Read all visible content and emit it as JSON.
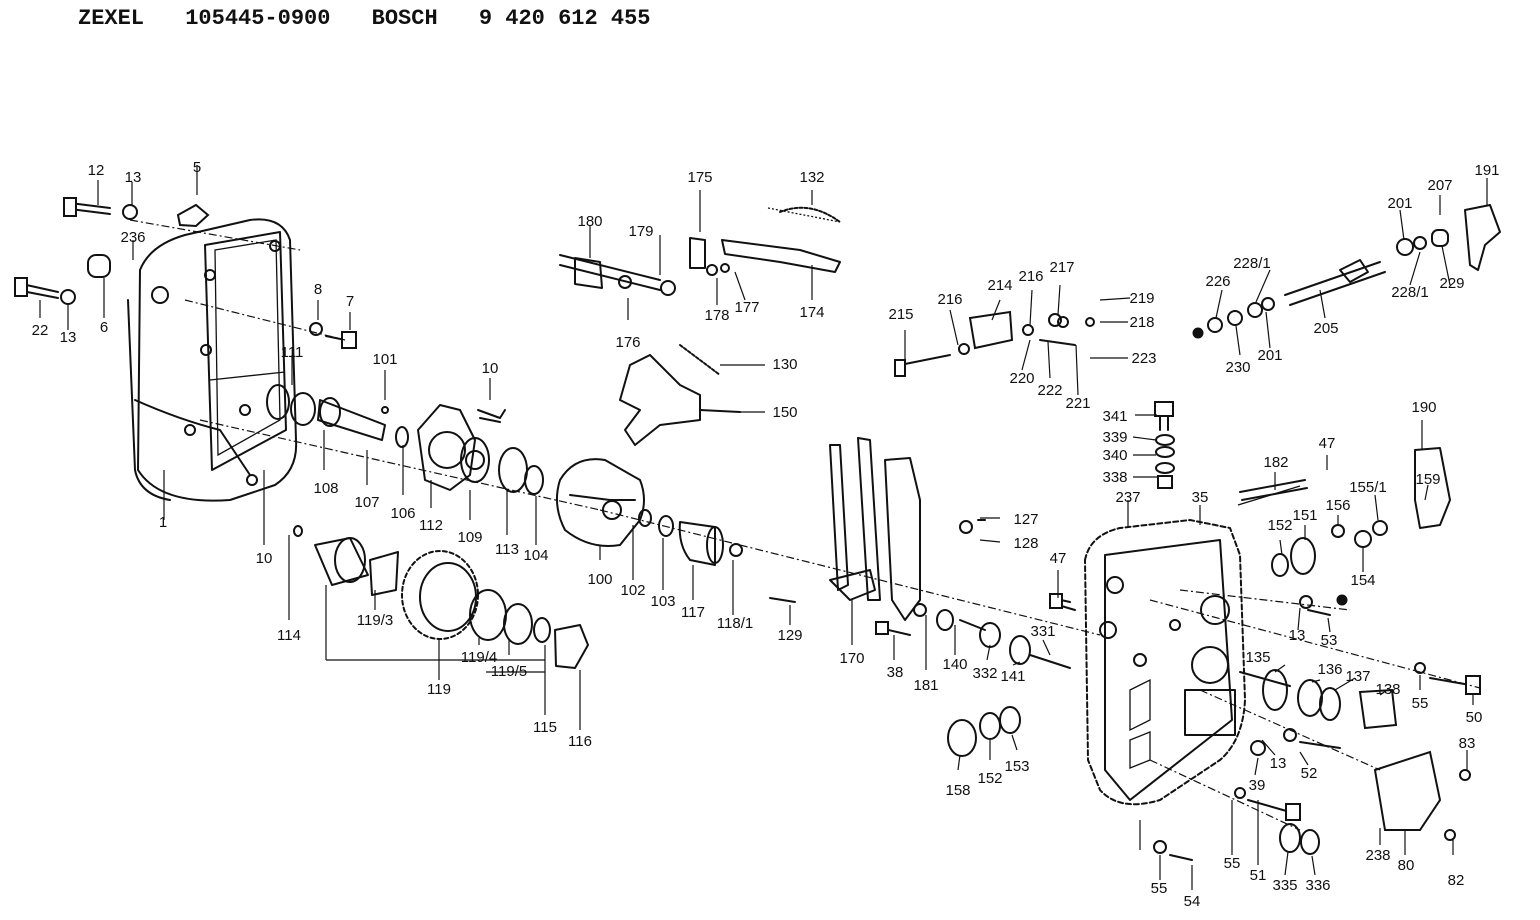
{
  "header": {
    "brand1": "ZEXEL",
    "part_no": "105445-0900",
    "brand2": "BOSCH",
    "bosch_no": "9 420 612 455"
  },
  "parts": [
    {
      "id": "p1",
      "label": "1"
    },
    {
      "id": "p5",
      "label": "5"
    },
    {
      "id": "p6",
      "label": "6"
    },
    {
      "id": "p7",
      "label": "7"
    },
    {
      "id": "p8",
      "label": "8"
    },
    {
      "id": "p10a",
      "label": "10"
    },
    {
      "id": "p10b",
      "label": "10"
    },
    {
      "id": "p12",
      "label": "12"
    },
    {
      "id": "p13a",
      "label": "13"
    },
    {
      "id": "p13b",
      "label": "13"
    },
    {
      "id": "p13c",
      "label": "13"
    },
    {
      "id": "p13d",
      "label": "13"
    },
    {
      "id": "p22",
      "label": "22"
    },
    {
      "id": "p35",
      "label": "35"
    },
    {
      "id": "p38",
      "label": "38"
    },
    {
      "id": "p39",
      "label": "39"
    },
    {
      "id": "p47a",
      "label": "47"
    },
    {
      "id": "p47b",
      "label": "47"
    },
    {
      "id": "p50",
      "label": "50"
    },
    {
      "id": "p51",
      "label": "51"
    },
    {
      "id": "p52",
      "label": "52"
    },
    {
      "id": "p53",
      "label": "53"
    },
    {
      "id": "p54",
      "label": "54"
    },
    {
      "id": "p55a",
      "label": "55"
    },
    {
      "id": "p55b",
      "label": "55"
    },
    {
      "id": "p55c",
      "label": "55"
    },
    {
      "id": "p80",
      "label": "80"
    },
    {
      "id": "p82",
      "label": "82"
    },
    {
      "id": "p83",
      "label": "83"
    },
    {
      "id": "p100",
      "label": "100"
    },
    {
      "id": "p101",
      "label": "101"
    },
    {
      "id": "p102",
      "label": "102"
    },
    {
      "id": "p103",
      "label": "103"
    },
    {
      "id": "p104",
      "label": "104"
    },
    {
      "id": "p106",
      "label": "106"
    },
    {
      "id": "p107",
      "label": "107"
    },
    {
      "id": "p108",
      "label": "108"
    },
    {
      "id": "p109",
      "label": "109"
    },
    {
      "id": "p111",
      "label": "111"
    },
    {
      "id": "p112",
      "label": "112"
    },
    {
      "id": "p113",
      "label": "113"
    },
    {
      "id": "p114",
      "label": "114"
    },
    {
      "id": "p115",
      "label": "115"
    },
    {
      "id": "p116",
      "label": "116"
    },
    {
      "id": "p117",
      "label": "117"
    },
    {
      "id": "p118_1",
      "label": "118/1"
    },
    {
      "id": "p119",
      "label": "119"
    },
    {
      "id": "p119_3",
      "label": "119/3"
    },
    {
      "id": "p119_4",
      "label": "119/4"
    },
    {
      "id": "p119_5",
      "label": "119/5"
    },
    {
      "id": "p127",
      "label": "127"
    },
    {
      "id": "p128",
      "label": "128"
    },
    {
      "id": "p129",
      "label": "129"
    },
    {
      "id": "p130",
      "label": "130"
    },
    {
      "id": "p132",
      "label": "132"
    },
    {
      "id": "p135",
      "label": "135"
    },
    {
      "id": "p136",
      "label": "136"
    },
    {
      "id": "p137",
      "label": "137"
    },
    {
      "id": "p138",
      "label": "138"
    },
    {
      "id": "p140",
      "label": "140"
    },
    {
      "id": "p141",
      "label": "141"
    },
    {
      "id": "p150",
      "label": "150"
    },
    {
      "id": "p151",
      "label": "151"
    },
    {
      "id": "p152a",
      "label": "152"
    },
    {
      "id": "p152b",
      "label": "152"
    },
    {
      "id": "p153",
      "label": "153"
    },
    {
      "id": "p154",
      "label": "154"
    },
    {
      "id": "p155_1",
      "label": "155/1"
    },
    {
      "id": "p156",
      "label": "156"
    },
    {
      "id": "p158",
      "label": "158"
    },
    {
      "id": "p159",
      "label": "159"
    },
    {
      "id": "p170",
      "label": "170"
    },
    {
      "id": "p174",
      "label": "174"
    },
    {
      "id": "p175",
      "label": "175"
    },
    {
      "id": "p176",
      "label": "176"
    },
    {
      "id": "p177",
      "label": "177"
    },
    {
      "id": "p178",
      "label": "178"
    },
    {
      "id": "p179",
      "label": "179"
    },
    {
      "id": "p180",
      "label": "180"
    },
    {
      "id": "p181",
      "label": "181"
    },
    {
      "id": "p182",
      "label": "182"
    },
    {
      "id": "p190",
      "label": "190"
    },
    {
      "id": "p191",
      "label": "191"
    },
    {
      "id": "p201a",
      "label": "201"
    },
    {
      "id": "p201b",
      "label": "201"
    },
    {
      "id": "p205",
      "label": "205"
    },
    {
      "id": "p207",
      "label": "207"
    },
    {
      "id": "p214",
      "label": "214"
    },
    {
      "id": "p215",
      "label": "215"
    },
    {
      "id": "p216a",
      "label": "216"
    },
    {
      "id": "p216b",
      "label": "216"
    },
    {
      "id": "p217",
      "label": "217"
    },
    {
      "id": "p218",
      "label": "218"
    },
    {
      "id": "p219",
      "label": "219"
    },
    {
      "id": "p220",
      "label": "220"
    },
    {
      "id": "p221",
      "label": "221"
    },
    {
      "id": "p222",
      "label": "222"
    },
    {
      "id": "p223",
      "label": "223"
    },
    {
      "id": "p226",
      "label": "226"
    },
    {
      "id": "p228_1a",
      "label": "228/1"
    },
    {
      "id": "p228_1b",
      "label": "228/1"
    },
    {
      "id": "p229",
      "label": "229"
    },
    {
      "id": "p230",
      "label": "230"
    },
    {
      "id": "p236",
      "label": "236"
    },
    {
      "id": "p237",
      "label": "237"
    },
    {
      "id": "p238",
      "label": "238"
    },
    {
      "id": "p331",
      "label": "331"
    },
    {
      "id": "p332",
      "label": "332"
    },
    {
      "id": "p335",
      "label": "335"
    },
    {
      "id": "p336",
      "label": "336"
    },
    {
      "id": "p338",
      "label": "338"
    },
    {
      "id": "p339",
      "label": "339"
    },
    {
      "id": "p340",
      "label": "340"
    },
    {
      "id": "p341",
      "label": "341"
    }
  ]
}
